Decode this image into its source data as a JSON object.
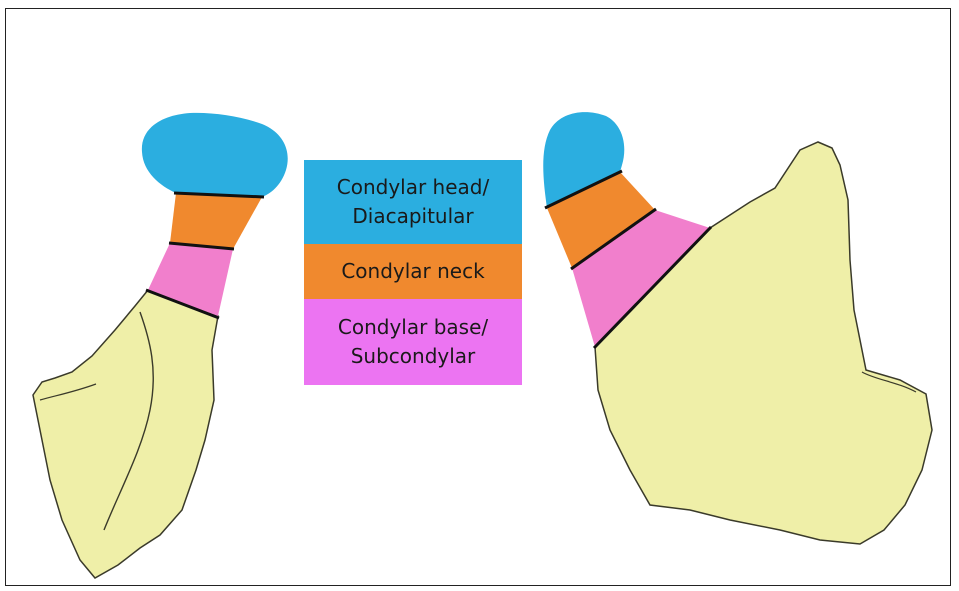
{
  "colors": {
    "bone": "#efefa8",
    "bone_edge": "#3a3a2a",
    "head": "#2baee0",
    "neck": "#f0892e",
    "base": "#f17fcc",
    "legend_base": "#ec74f2",
    "divider": "#111111"
  },
  "legend": {
    "head": {
      "line1": "Condylar head/",
      "line2": "Diacapitular"
    },
    "neck": {
      "line1": "Condylar neck"
    },
    "base": {
      "line1": "Condylar base/",
      "line2": "Subcondylar"
    }
  }
}
